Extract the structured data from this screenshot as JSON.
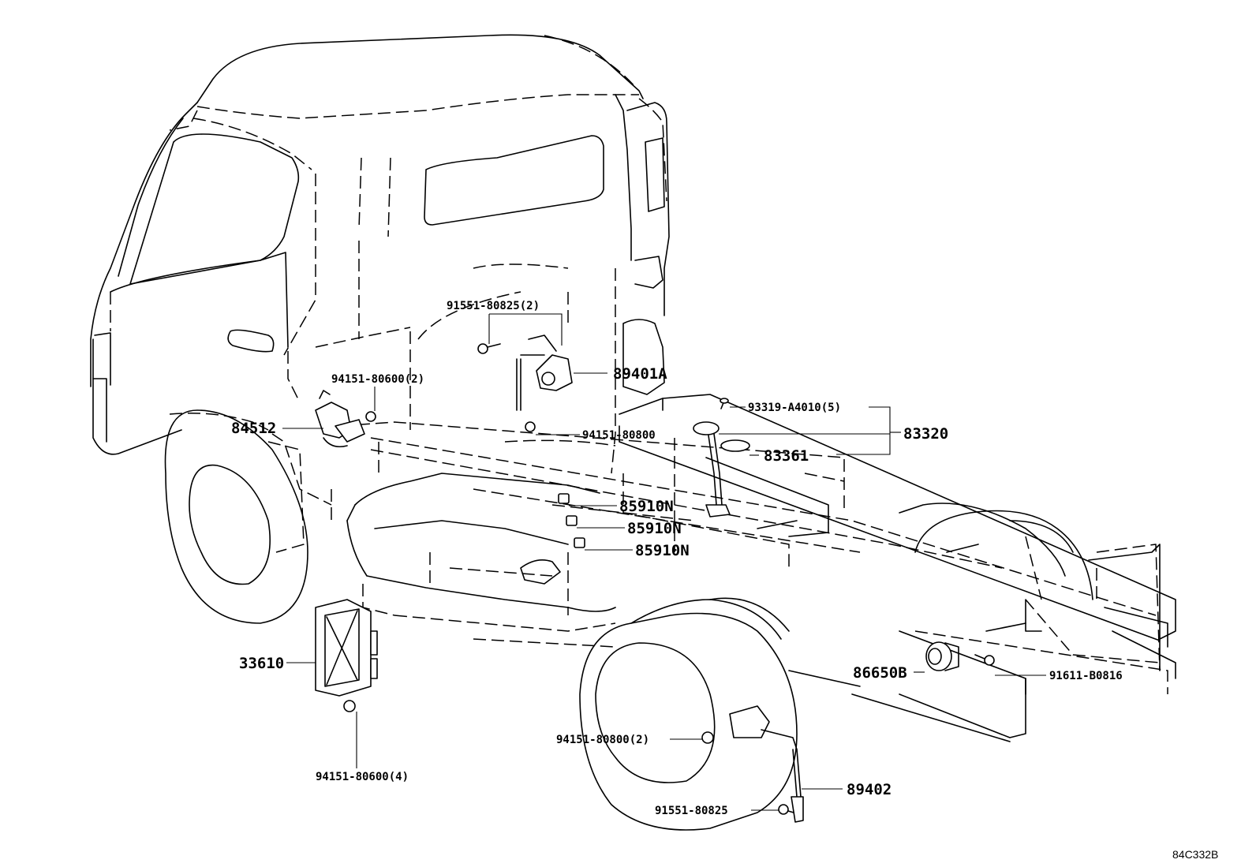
{
  "diagram": {
    "ref_code": "84C332B",
    "labels": {
      "p91551_80825_2": "91551-80825(2)",
      "p94151_80600_2": "94151-80600(2)",
      "p84512": "84512",
      "p89401A": "89401A",
      "p93319_A4010_5": "93319-A4010(5)",
      "p83320": "83320",
      "p94151_80800": "94151-80800",
      "p83361": "83361",
      "p85910N_1": "85910N",
      "p85910N_2": "85910N",
      "p85910N_3": "85910N",
      "p33610": "33610",
      "p86650B": "86650B",
      "p91611_B0816": "91611-B0816",
      "p94151_80800_2": "94151-80800(2)",
      "p89402": "89402",
      "p91551_80825": "91551-80825",
      "p94151_80600_4": "94151-80600(4)"
    }
  }
}
